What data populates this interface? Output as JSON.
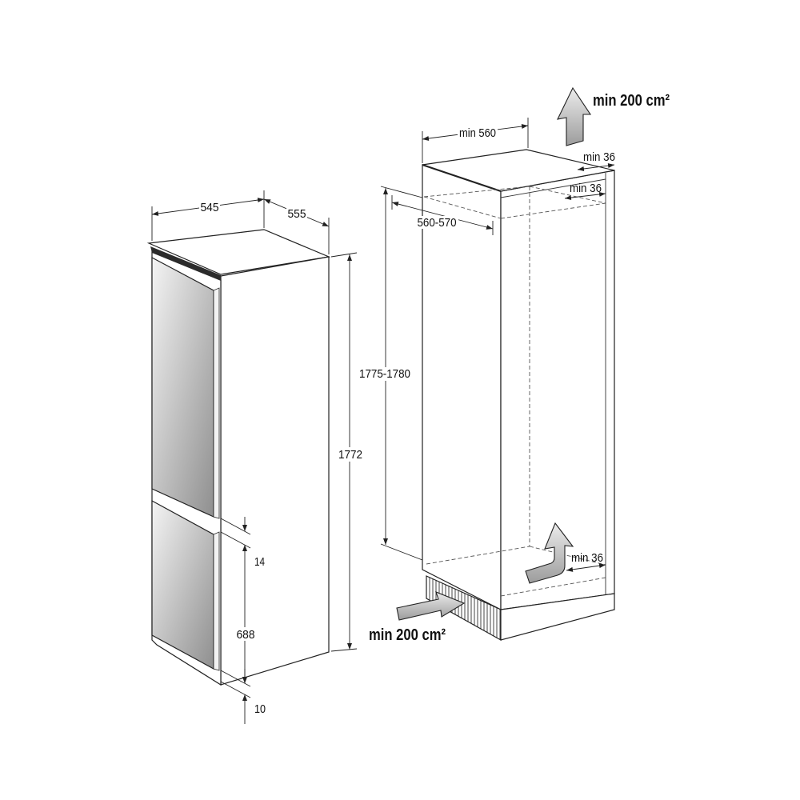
{
  "fridge": {
    "width": "545",
    "depth": "555",
    "height": "1772",
    "door_gap": "14",
    "lower_door_height": "688",
    "bottom_gap": "10"
  },
  "niche": {
    "min_width": "min 560",
    "width": "560-570",
    "height": "1775-1780",
    "top_clearance": "min 36",
    "rear_clearance_top": "min 36",
    "rear_clearance_bottom": "min 36",
    "outlet_vent_area": "min 200 cm²",
    "inlet_vent_area": "min 200 cm²"
  }
}
